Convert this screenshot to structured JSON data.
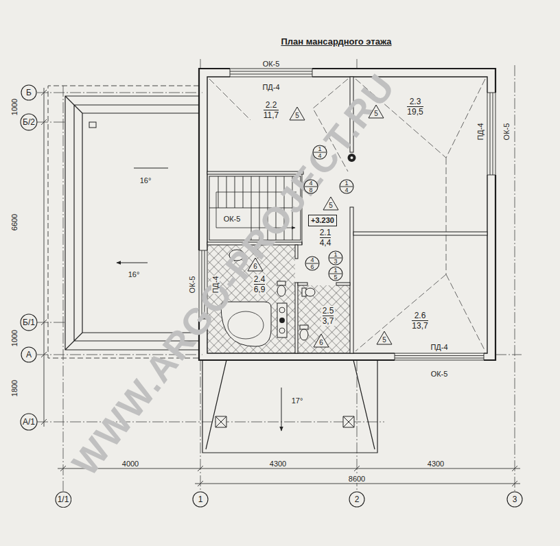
{
  "diagram": {
    "title": "План мансардного этажа",
    "nodes": [
      {
        "text": [
          "2.2",
          "11,7"
        ]
      },
      {
        "text": [
          "5"
        ],
        "in": 0
      },
      {
        "text": [
          "1",
          "4"
        ],
        "in": 0
      },
      {
        "text": [
          "2.3",
          "19,5"
        ]
      },
      {
        "text": [
          "5"
        ],
        "in": 3
      },
      {
        "text": [
          "2.1",
          "4,4"
        ]
      },
      {
        "text": [
          "4",
          "8"
        ],
        "in": 5
      },
      {
        "text": [
          "1",
          "4"
        ],
        "in": 5
      },
      {
        "text": [
          "5"
        ],
        "in": 5
      },
      {
        "text": [
          "+3.230"
        ],
        "in": 5
      },
      {
        "text": [
          "4",
          "6"
        ],
        "in": 5
      },
      {
        "text": [
          "1",
          "3"
        ],
        "in": 5
      },
      {
        "text": [
          "1",
          "5"
        ],
        "in": 5
      },
      {
        "text": [
          "2.4",
          "6,9"
        ]
      },
      {
        "text": [
          "6"
        ],
        "in": 13
      },
      {
        "text": [
          "2.5",
          "3,7"
        ]
      },
      {
        "text": [
          "6"
        ],
        "in": 15
      },
      {
        "text": [
          "2.6",
          "13,7"
        ]
      },
      {
        "text": [
          "5"
        ],
        "in": 17
      },
      {
        "text": [
          "Б"
        ]
      },
      {
        "text": [
          "Б/2"
        ]
      },
      {
        "text": [
          "Б/1"
        ]
      },
      {
        "text": [
          "А"
        ]
      },
      {
        "text": [
          "А/1"
        ]
      },
      {
        "text": [
          "1/1"
        ]
      },
      {
        "text": [
          "1"
        ]
      },
      {
        "text": [
          "2"
        ]
      },
      {
        "text": [
          "3"
        ]
      }
    ],
    "labels": [
      "WWW.ARGO-PROJECT.RU",
      "ОК-5",
      "ПД-4",
      "ПД-4",
      "ОК-5",
      "ОК-5",
      "ОК-5",
      "ПД-4",
      "ПД-4",
      "ОК-5",
      "16°",
      "16°",
      "17°",
      "1000",
      "6600",
      "1000",
      "1800",
      "4000",
      "4300",
      "4300",
      "8600"
    ]
  }
}
